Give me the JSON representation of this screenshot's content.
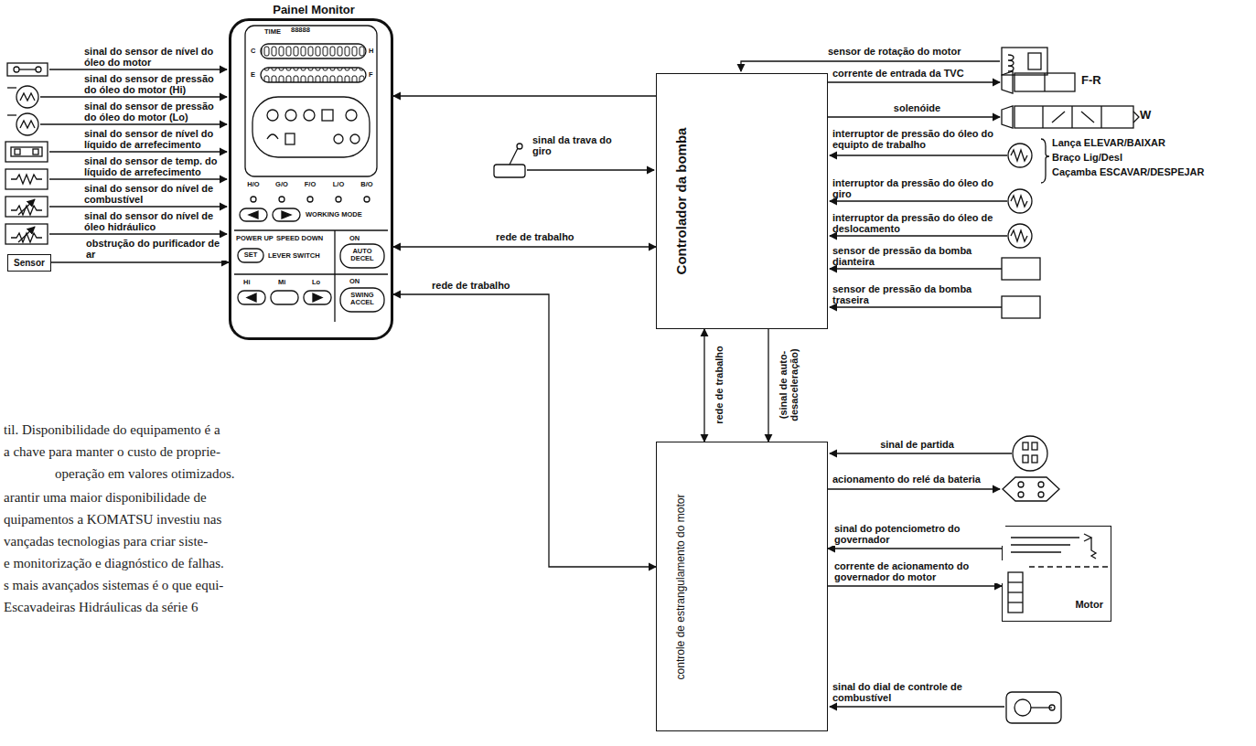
{
  "diagram": {
    "nodes": [
      {
        "text": [
          "Painel Monitor"
        ]
      },
      {
        "text": [
          "Sensor"
        ]
      },
      {
        "text": [
          "Controlador da bomba"
        ]
      },
      {
        "text": [
          "controle de estrangulamento do motor"
        ]
      },
      {
        "text": [
          "Motor"
        ]
      }
    ],
    "edges": [
      {
        "from": 1,
        "to": 0,
        "arrow": "to",
        "label": "obstrução do purificador de ar"
      },
      {
        "from": 2,
        "to": 0,
        "arrow": "to"
      },
      {
        "from": 0,
        "to": 2,
        "arrow": "both",
        "label": "rede de trabalho"
      },
      {
        "from": 0,
        "to": 3,
        "arrow": "both",
        "label": "rede de trabalho"
      },
      {
        "from": 2,
        "to": 3,
        "arrow": "both",
        "label": "rede de trabalho"
      },
      {
        "from": 2,
        "to": 3,
        "arrow": "to",
        "label": "(sinal de auto-desaceleração)"
      },
      {
        "from": 4,
        "to": 3,
        "arrow": "to",
        "label": "sinal do potenciometro do governador"
      },
      {
        "from": 3,
        "to": 4,
        "arrow": "to",
        "label": "corrente de acionamento do governador do motor"
      }
    ],
    "labels": [
      "TIME",
      "88888",
      "C",
      "H",
      "E",
      "F",
      "H/O",
      "G/O",
      "F/O",
      "L/O",
      "B/O",
      "WORKING MODE",
      "POWER UP",
      "SPEED DOWN",
      "ON",
      "SET",
      "LEVER SWITCH",
      "AUTO DECEL",
      "Hi",
      "Mi",
      "Lo",
      "ON",
      "SWING ACCEL",
      "sinal do sensor de nível do óleo do motor",
      "sinal do sensor de pressão do óleo do motor (Hi)",
      "sinal do sensor de pressão do óleo do motor (Lo)",
      "sinal do sensor de nível do líquido de arrefecimento",
      "sinal do sensor de temp. do líquido de arrefecimento",
      "sinal do sensor do nível de combustível",
      "sinal do sensor do nível de óleo hidráulico",
      "sinal da trava do giro",
      "sensor de rotação do motor",
      "corrente de entrada da TVC",
      "F-R",
      "solenóide",
      "W",
      "interruptor de pressão do óleo do equipto de trabalho",
      "Lança ELEVAR/BAIXAR",
      "Braço Lig/Desl",
      "Caçamba ESCAVAR/DESPEJAR",
      "interruptor da pressão do óleo do giro",
      "interruptor da pressão do óleo de deslocamento",
      "sensor de pressão da bomba dianteira",
      "sensor de pressão da bomba traseira",
      "sinal de partida",
      "acionamento do relé da bateria",
      "sinal do dial de controle de combustível",
      "til. Disponibilidade do equipamento é a",
      "a chave para manter o custo de proprie-",
      "operação em valores otimizados.",
      "arantir uma maior disponibilidade de",
      "quipamentos a KOMATSU investiu nas",
      "vançadas tecnologias para criar siste-",
      "e monitorização e diagnóstico de falhas.",
      "s mais avançados sistemas é o que equi-",
      "Escavadeiras Hidráulicas da série 6"
    ]
  }
}
